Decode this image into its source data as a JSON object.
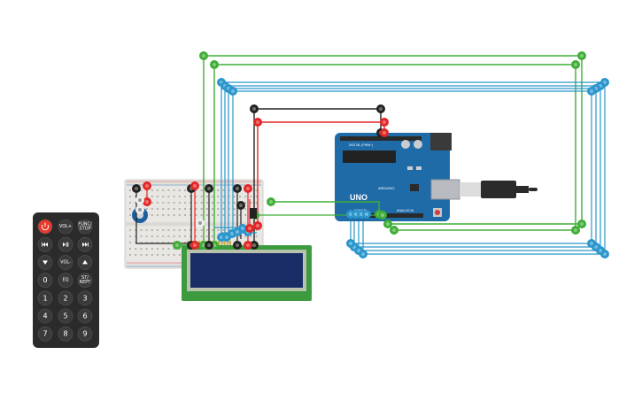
{
  "colors": {
    "wire_green": "#3fae36",
    "wire_blue": "#2a96cc",
    "wire_red": "#e32626",
    "wire_black": "#222222",
    "arduino_board": "#1f6ba8",
    "lcd_pcb": "#3c9a3f",
    "lcd_screen": "#1a2c66",
    "remote_body": "#2b2b2b",
    "breadboard": "#e9e7e3"
  },
  "remote": {
    "buttons": [
      {
        "label": "",
        "icon": "power-icon",
        "kind": "power"
      },
      {
        "label": "VOL+",
        "icon": "",
        "kind": "func"
      },
      {
        "label": "FUNC/ STOP",
        "icon": "",
        "kind": "func"
      },
      {
        "label": "",
        "icon": "rewind-icon",
        "kind": "func"
      },
      {
        "label": "",
        "icon": "play-pause-icon",
        "kind": "func"
      },
      {
        "label": "",
        "icon": "fast-forward-icon",
        "kind": "func"
      },
      {
        "label": "",
        "icon": "down-arrow-icon",
        "kind": "func"
      },
      {
        "label": "VOL-",
        "icon": "",
        "kind": "func"
      },
      {
        "label": "",
        "icon": "up-arrow-icon",
        "kind": "func"
      },
      {
        "label": "0",
        "icon": "",
        "kind": "num"
      },
      {
        "label": "EQ",
        "icon": "",
        "kind": "func"
      },
      {
        "label": "ST/ REPT",
        "icon": "",
        "kind": "func"
      },
      {
        "label": "1",
        "icon": "",
        "kind": "num"
      },
      {
        "label": "2",
        "icon": "",
        "kind": "num"
      },
      {
        "label": "3",
        "icon": "",
        "kind": "num"
      },
      {
        "label": "4",
        "icon": "",
        "kind": "num"
      },
      {
        "label": "5",
        "icon": "",
        "kind": "num"
      },
      {
        "label": "6",
        "icon": "",
        "kind": "num"
      },
      {
        "label": "7",
        "icon": "",
        "kind": "num"
      },
      {
        "label": "8",
        "icon": "",
        "kind": "num"
      },
      {
        "label": "9",
        "icon": "",
        "kind": "num"
      }
    ]
  },
  "arduino": {
    "model": "UNO",
    "text_digital": "DIGITAL (PWM~)",
    "text_arduino": "ARDUINO",
    "text_power": "POWER",
    "text_analog": "ANALOG IN"
  }
}
